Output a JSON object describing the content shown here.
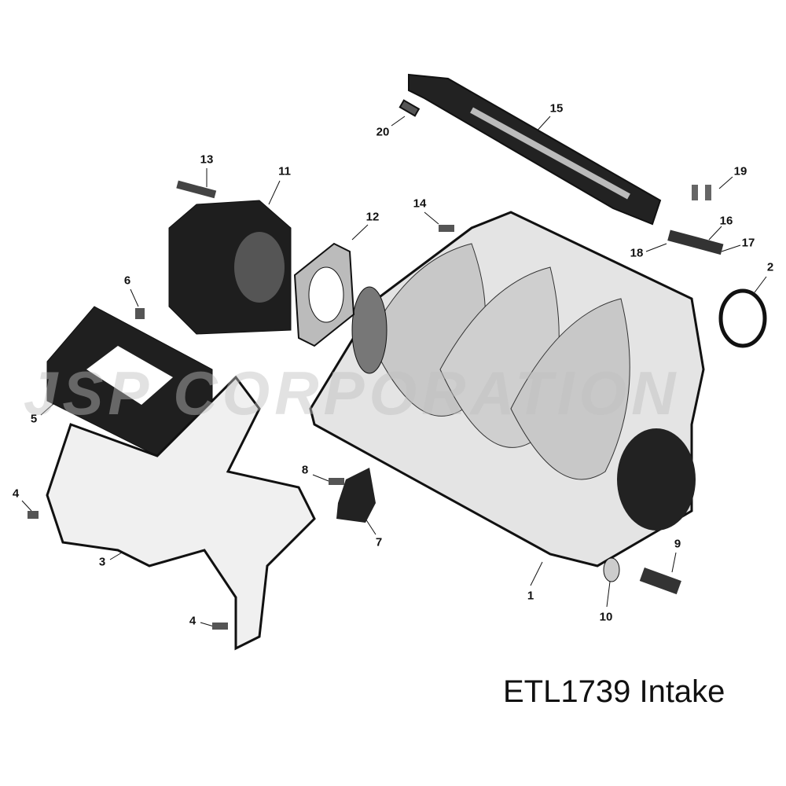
{
  "diagram": {
    "caption": "ETL1739 Intake",
    "watermark": "JSP CORPORATION",
    "callouts": [
      "1",
      "2",
      "3",
      "4",
      "4",
      "5",
      "6",
      "7",
      "8",
      "9",
      "10",
      "11",
      "12",
      "13",
      "14",
      "15",
      "16",
      "17",
      "18",
      "19",
      "20"
    ]
  }
}
